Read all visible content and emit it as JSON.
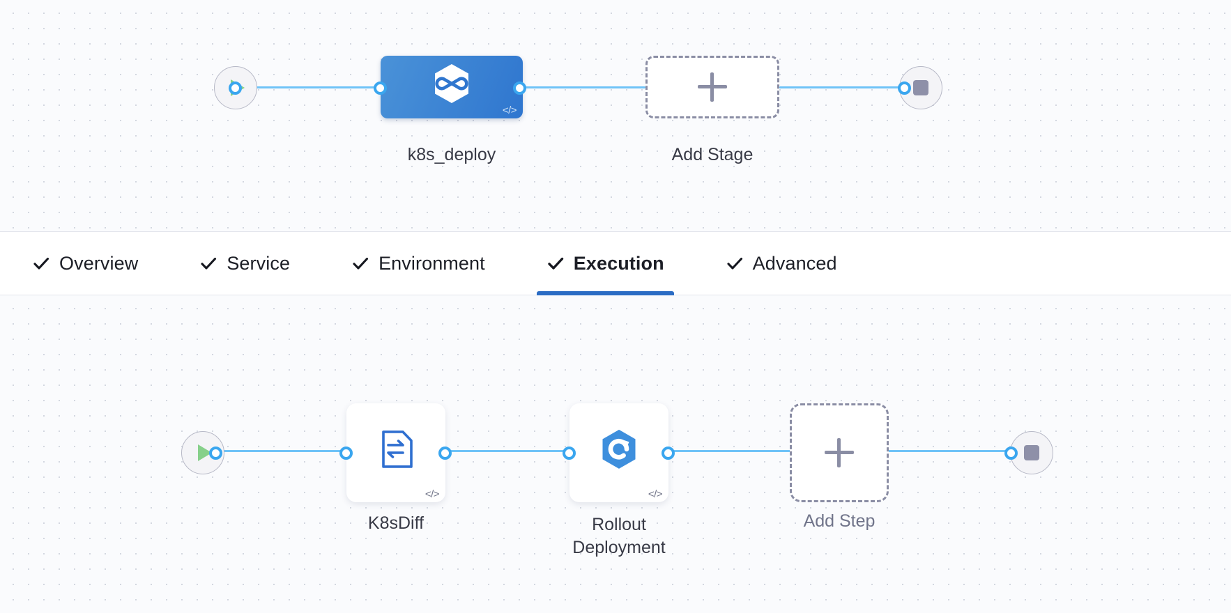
{
  "theme": {
    "canvas_bg": "#fafbfd",
    "canvas_dot": "#d3d7e0",
    "connector": "#6fc3f7",
    "port_ring": "#3aa6ef",
    "stage_node_blue": "#2f76cf",
    "step_icon_blue": "#2f6fd0",
    "accent_underline": "#2b6cc4",
    "start_triangle_green": "#86d08a",
    "stop_square_gray": "#8e90a8",
    "dashed_border": "#8a8da4",
    "label_text": "#383a46",
    "muted_label_text": "#70748a",
    "tab_text": "#1c1e26",
    "panel_bg": "#ffffff",
    "panel_border": "#e3e5ec"
  },
  "stage_canvas": {
    "name": "pipeline-stage-graph",
    "start_node": {
      "icon": "play-icon",
      "label": ""
    },
    "nodes": [
      {
        "id": "k8s_deploy",
        "label": "k8s_deploy",
        "icon": "harness-hexagon-infinity-icon",
        "badge": "</>",
        "type": "stage",
        "selected": true
      },
      {
        "id": "add_stage",
        "label": "Add Stage",
        "icon": "plus-icon",
        "type": "add"
      }
    ],
    "end_node": {
      "icon": "stop-icon",
      "label": ""
    }
  },
  "tabs": {
    "name": "stage-config-tabs",
    "items": [
      {
        "id": "overview",
        "label": "Overview",
        "check": "check-icon",
        "active": false
      },
      {
        "id": "service",
        "label": "Service",
        "check": "check-icon",
        "active": false
      },
      {
        "id": "environment",
        "label": "Environment",
        "check": "check-icon",
        "active": false
      },
      {
        "id": "execution",
        "label": "Execution",
        "check": "check-icon",
        "active": true
      },
      {
        "id": "advanced",
        "label": "Advanced",
        "check": "check-icon",
        "active": false
      }
    ]
  },
  "step_canvas": {
    "name": "execution-step-graph",
    "start_node": {
      "icon": "play-icon",
      "label": ""
    },
    "nodes": [
      {
        "id": "k8sdiff",
        "label": "K8sDiff",
        "icon": "document-swap-arrows-icon",
        "badge": "</>",
        "type": "step"
      },
      {
        "id": "rollout_deployment",
        "label": "Rollout\nDeployment",
        "label_line1": "Rollout",
        "label_line2": "Deployment",
        "icon": "k8s-hexagon-rollout-icon",
        "badge": "</>",
        "type": "step"
      },
      {
        "id": "add_step",
        "label": "Add Step",
        "icon": "plus-icon",
        "type": "add"
      }
    ],
    "end_node": {
      "icon": "stop-icon",
      "label": ""
    }
  }
}
